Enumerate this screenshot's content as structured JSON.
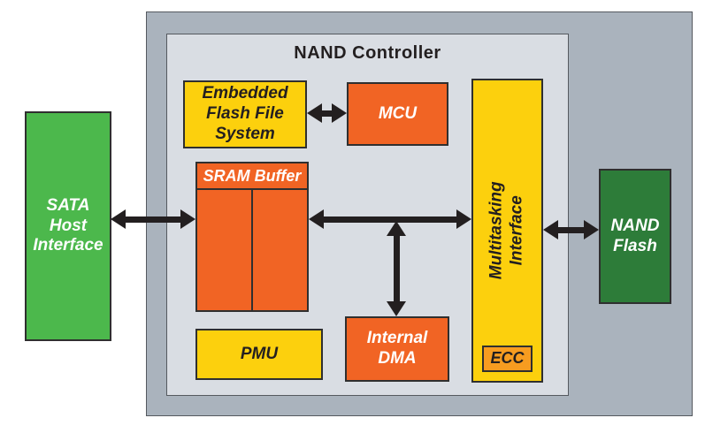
{
  "colors": {
    "outer-gray": "#aab3bd",
    "inner-gray": "#d9dde3",
    "yellow": "#fcd00d",
    "orange": "#f16424",
    "ecc-orange": "#f79c20",
    "green": "#4cb84c",
    "dark-green": "#2d7c39",
    "arrow-black": "#231f20",
    "border-dark": "#2f2f2f",
    "text-dark": "#231f20",
    "text-light": "#ffffff"
  },
  "diagram": {
    "title": "NAND Controller",
    "blocks": {
      "sata_host": {
        "label": "SATA\nHost\nInterface"
      },
      "effs": {
        "label": "Embedded\nFlash File\nSystem"
      },
      "mcu": {
        "label": "MCU"
      },
      "sram_buffer": {
        "label": "SRAM Buffer"
      },
      "pmu": {
        "label": "PMU"
      },
      "internal_dma": {
        "label": "Internal\nDMA"
      },
      "multitasking_interface": {
        "label": "Multitasking\nInterface"
      },
      "ecc": {
        "label": "ECC"
      },
      "nand_flash": {
        "label": "NAND\nFlash"
      }
    },
    "connections": [
      {
        "from": "SATA Host Interface",
        "to": "SRAM Buffer",
        "type": "bidirectional"
      },
      {
        "from": "Embedded Flash File System",
        "to": "MCU",
        "type": "bidirectional"
      },
      {
        "from": "SRAM Buffer",
        "to": "Multitasking Interface",
        "type": "bidirectional"
      },
      {
        "from": "SRAM Buffer-Multitasking bus",
        "to": "Internal DMA",
        "type": "bidirectional"
      },
      {
        "from": "Multitasking Interface",
        "to": "NAND Flash",
        "type": "bidirectional"
      }
    ]
  }
}
